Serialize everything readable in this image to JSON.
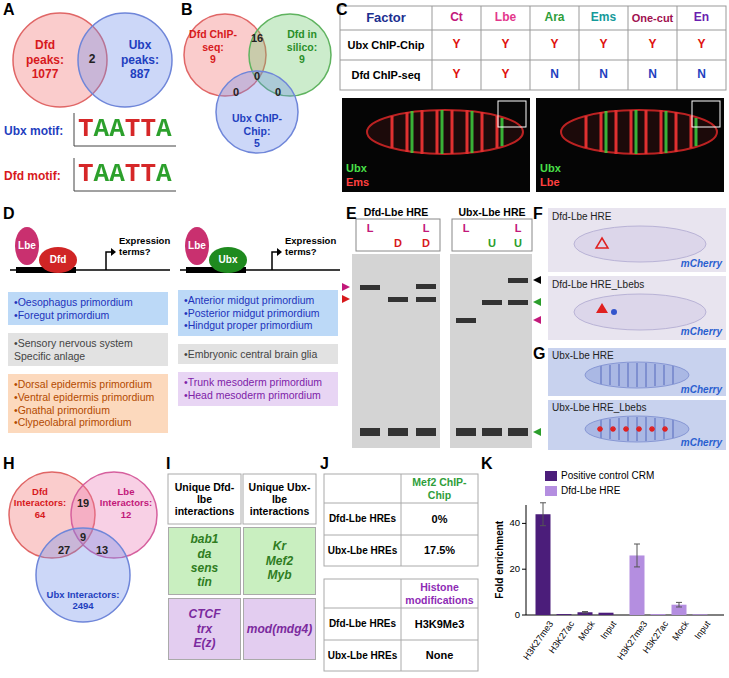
{
  "diagram": {
    "nodes": [
      {
        "text": [
          "Dfd peaks:",
          "1077"
        ]
      },
      {
        "text": [
          "Ubx peaks:",
          "887"
        ]
      },
      {
        "text": [
          "Dfd ChIP-seq:",
          "9"
        ]
      },
      {
        "text": [
          "Dfd in silico:",
          "9"
        ]
      },
      {
        "text": [
          "Ubx ChIP-Chip:",
          "5"
        ]
      },
      {
        "text": [
          "Lbe"
        ]
      },
      {
        "text": [
          "Dfd"
        ]
      },
      {
        "text": [
          "Lbe"
        ]
      },
      {
        "text": [
          "Ubx"
        ]
      },
      {
        "text": [
          "•Oesophagus primordium",
          "•Foregut primordium"
        ]
      },
      {
        "text": [
          "•Anterior midgut primordium",
          "•Posterior midgut primordium",
          "•Hindgut proper primordium"
        ]
      },
      {
        "text": [
          "•Sensory nervous system Specific anlage"
        ]
      },
      {
        "text": [
          "•Embryonic central brain glia"
        ]
      },
      {
        "text": [
          "•Dorsal epidermis primordium",
          "•Ventral epidermis primordium",
          "•Gnathal primordium",
          "•Clypeolabral primordium"
        ]
      },
      {
        "text": [
          "•Trunk mesoderm primordium",
          "•Head mesoderm primordium"
        ]
      },
      {
        "text": [
          "Dfd Interactors:",
          "64"
        ]
      },
      {
        "text": [
          "Lbe Interactors:",
          "12"
        ]
      },
      {
        "text": [
          "Ubx Interactors:",
          "2494"
        ]
      },
      {
        "text": [
          "bab1",
          "da",
          "sens",
          "tin"
        ]
      },
      {
        "text": [
          "Kr",
          "Mef2",
          "Myb"
        ]
      },
      {
        "text": [
          "CTCF",
          "trx",
          "E(z)"
        ]
      },
      {
        "text": [
          "mod(mdg4)"
        ]
      }
    ],
    "labels": [
      "A",
      "2",
      "Ubx motif:",
      "TAATTA",
      "Dfd motif:",
      "TAATTA",
      "B",
      "16",
      "0",
      "0",
      "0",
      "C",
      "Factor",
      "Ct",
      "Lbe",
      "Ara",
      "Ems",
      "One-cut",
      "En",
      "Ubx ChIP-Chip",
      "Y",
      "Y",
      "Y",
      "Y",
      "Y",
      "Y",
      "Dfd ChIP-seq",
      "Y",
      "Y",
      "N",
      "N",
      "N",
      "N",
      "Ubx",
      "Ems",
      "Ubx",
      "Lbe",
      "D",
      "Expression terms?",
      "Expression terms?",
      "E",
      "Dfd-Lbe HRE",
      "Ubx-Lbe HRE",
      "L",
      "L",
      "D",
      "D",
      "L",
      "L",
      "U",
      "U",
      "F",
      "Dfd-Lbe HRE",
      "mCherry",
      "Dfd-Lbe HRE_Lbebs",
      "mCherry",
      "G",
      "Ubx-Lbe HRE",
      "mCherry",
      "Ubx-Lbe HRE_Lbebs",
      "mCherry",
      "H",
      "19",
      "27",
      "9",
      "13",
      "I",
      "Unique Dfd-lbe interactions",
      "Unique Ubx-lbe interactions",
      "J",
      "Mef2 ChIP-Chip",
      "Dfd-Lbe HREs",
      "0%",
      "Ubx-Lbe HREs",
      "17.5%",
      "Histone modifications",
      "Dfd-Lbe HREs",
      "H3K9Me3",
      "Ubx-Lbe HREs",
      "None",
      "K",
      "Fold enrichment",
      "0",
      "20",
      "40",
      "H3K27me3",
      "H3K27ac",
      "Mock",
      "Input",
      "H3K27me3",
      "H3K27ac",
      "Mock",
      "Input"
    ],
    "legend": [
      {
        "text": "Positive control CRM",
        "color": "#4b1d7a"
      },
      {
        "text": "Dfd-Lbe HRE",
        "color": "#b48ee0"
      }
    ]
  }
}
